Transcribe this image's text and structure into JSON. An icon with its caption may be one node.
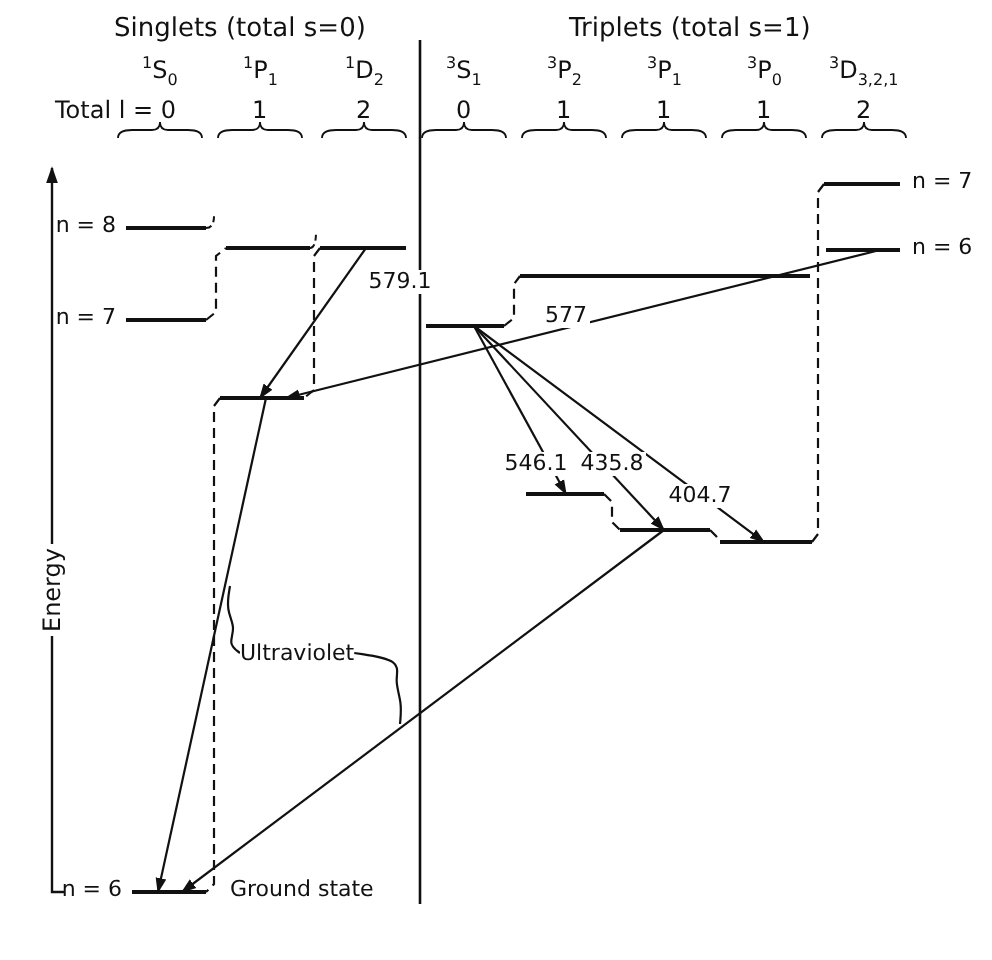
{
  "diagram": {
    "nodes": [
      {
        "text": [],
        "shape": "bar",
        "beside": [
          "n = 8"
        ]
      },
      {
        "text": [],
        "shape": "bar",
        "beside": [
          "n = 7"
        ]
      },
      {
        "text": [],
        "shape": "bar"
      },
      {
        "text": [],
        "shape": "bar"
      },
      {
        "text": [],
        "shape": "bar",
        "beside": [
          "n = 6"
        ]
      },
      {
        "text": [],
        "shape": "bar"
      },
      {
        "text": [],
        "shape": "bar",
        "beside": [
          "n = 7"
        ]
      },
      {
        "text": [],
        "shape": "bar"
      },
      {
        "text": [],
        "shape": "bar"
      },
      {
        "text": [],
        "shape": "bar"
      },
      {
        "text": [],
        "shape": "bar"
      },
      {
        "text": [],
        "shape": "bar"
      },
      {
        "text": [],
        "shape": "bar",
        "beside": [
          "n = 6",
          "Ground state"
        ]
      },
      {
        "text": [
          "Ultraviolet"
        ]
      }
    ],
    "edges": [
      {
        "from": 3,
        "to": 8,
        "arrow": "to",
        "label": "579.1"
      },
      {
        "from": 4,
        "to": 8,
        "arrow": "to",
        "label": "577"
      },
      {
        "from": 8,
        "to": 12,
        "arrow": "to"
      },
      {
        "from": 10,
        "to": 12,
        "arrow": "to"
      },
      {
        "from": 7,
        "to": 9,
        "arrow": "to",
        "label": "546.1"
      },
      {
        "from": 7,
        "to": 10,
        "arrow": "to",
        "label": "435.8"
      },
      {
        "from": 7,
        "to": 11,
        "arrow": "to",
        "label": "404.7"
      },
      {
        "from": 6,
        "to": 2,
        "arrow": "none",
        "style": "dashed"
      },
      {
        "from": 3,
        "to": 8,
        "arrow": "none",
        "style": "dashed"
      },
      {
        "from": 8,
        "to": 12,
        "arrow": "none",
        "style": "dashed"
      },
      {
        "from": 7,
        "to": 5,
        "arrow": "none",
        "style": "dashed"
      },
      {
        "from": 1,
        "to": 11,
        "arrow": "none",
        "style": "dashed"
      },
      {
        "from": 9,
        "to": 10,
        "arrow": "none",
        "style": "dashed"
      },
      {
        "from": 10,
        "to": 11,
        "arrow": "none",
        "style": "dashed"
      },
      {
        "from": 13,
        "to": null,
        "arrow": "none"
      },
      {
        "from": 13,
        "to": null,
        "arrow": "none"
      }
    ],
    "labels": [
      "Singlets (total s=0)",
      "Triplets (total s=1)",
      "$^{1}$S$_{0}$",
      "$^{1}$P$_{1}$",
      "$^{1}$D$_{2}$",
      "$^{3}$S$_{1}$",
      "$^{3}$P$_{2}$",
      "$^{3}$P$_{1}$",
      "$^{3}$P$_{0}$",
      "$^{3}$D$_{3,2,1}$",
      "Total l = 0",
      "1",
      "2",
      "0",
      "1",
      "1",
      "1",
      "2",
      "Energy"
    ]
  }
}
